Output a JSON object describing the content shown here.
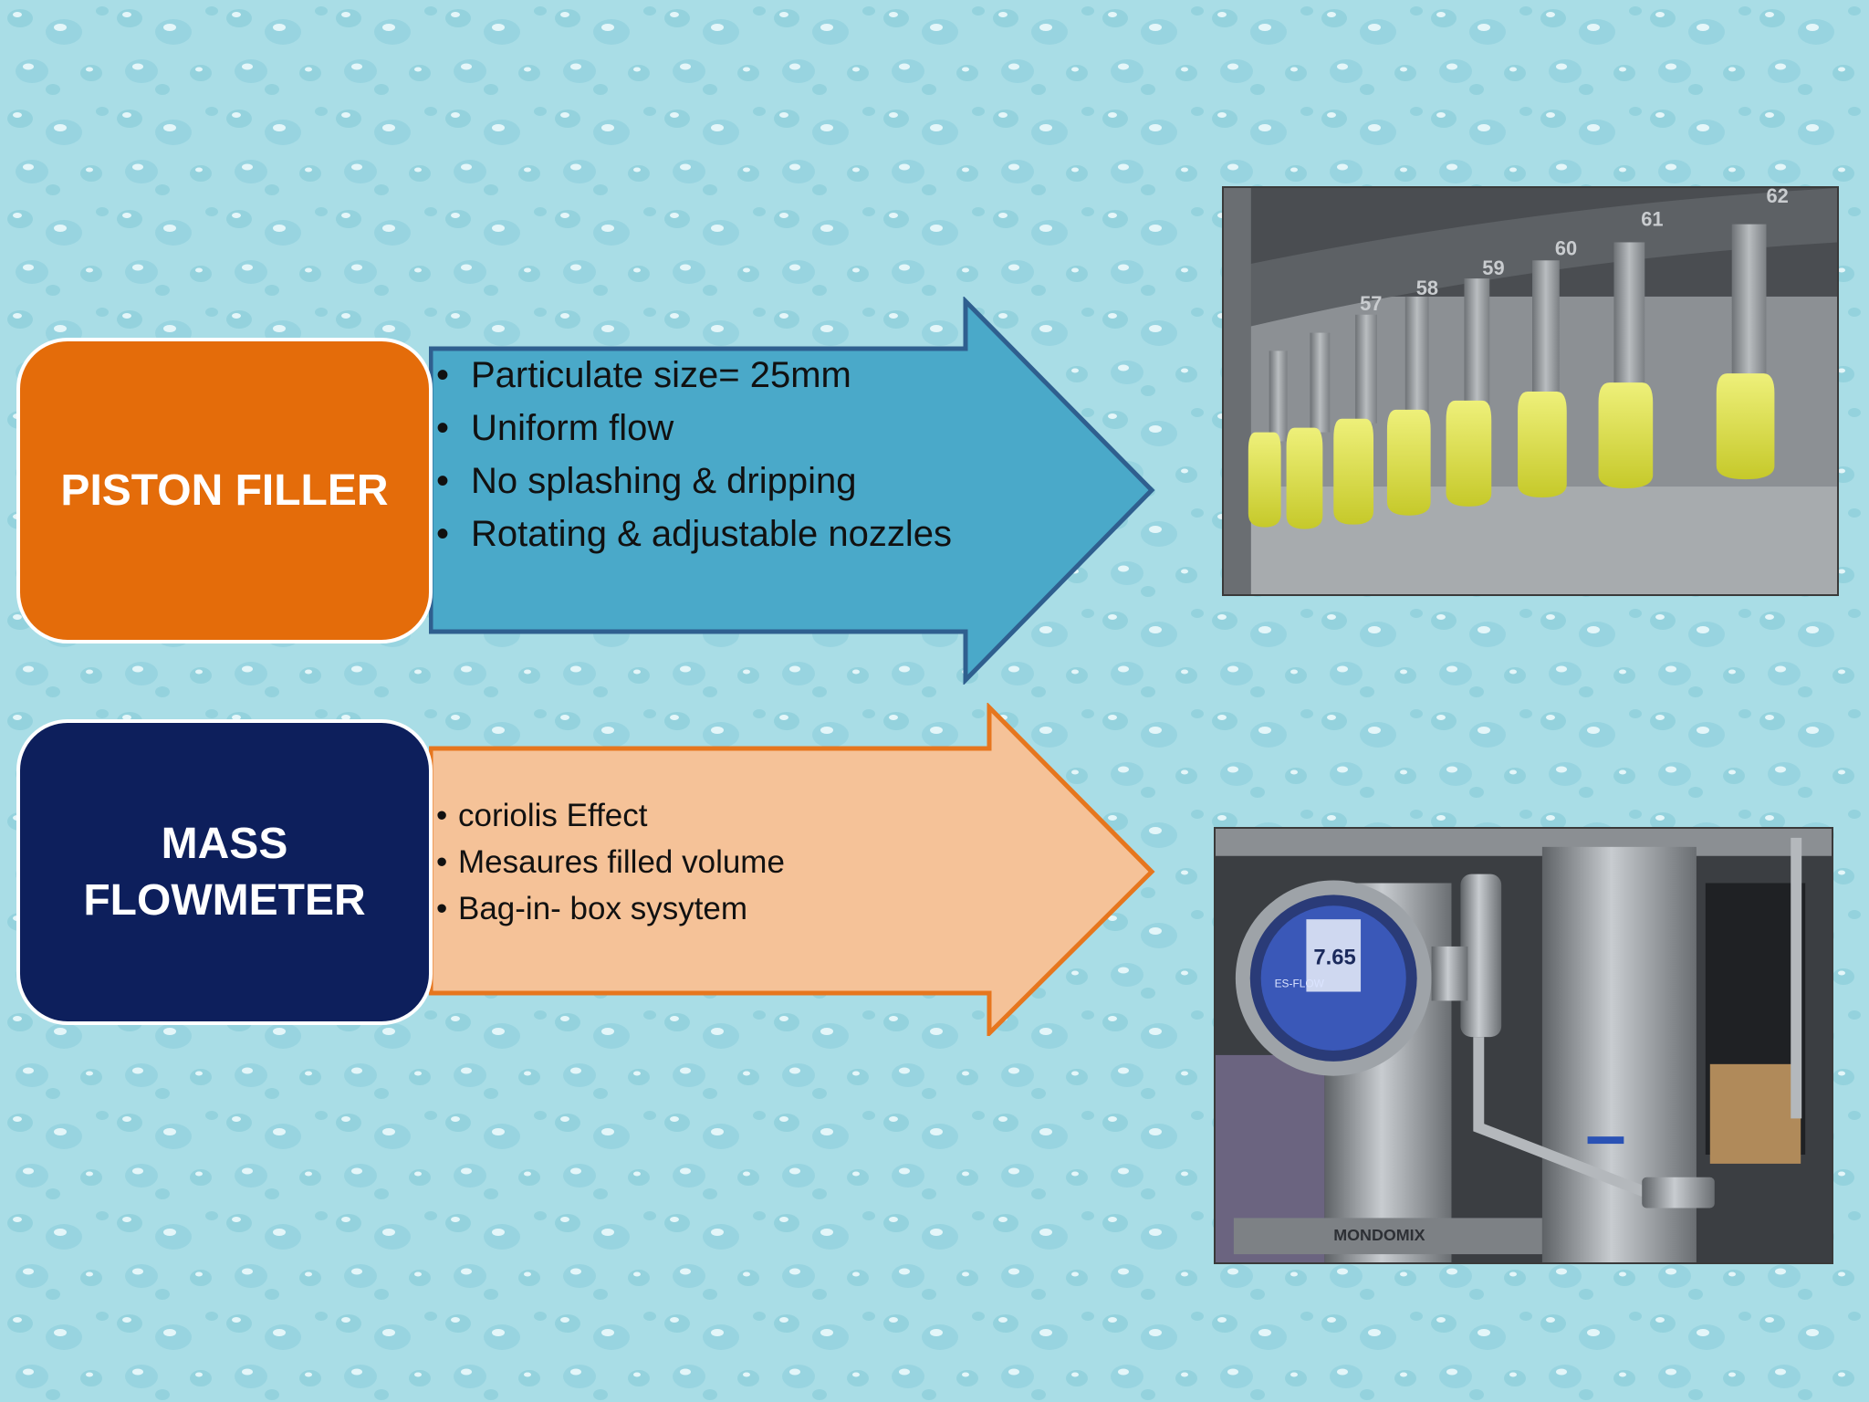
{
  "colors": {
    "background": "#a9dde6",
    "piston_box": "#e46c0a",
    "mass_box": "#0d1f5c",
    "arrow1_fill": "#4aa9c9",
    "arrow1_stroke": "#2f5f8f",
    "arrow2_fill": "#f5c298",
    "arrow2_stroke": "#e6761e"
  },
  "piston": {
    "title": "PISTON FILLER",
    "points": [
      "Particulate size= 25mm",
      "Uniform flow",
      "No splashing & dripping",
      "Rotating & adjustable nozzles"
    ],
    "photo": {
      "station_numbers": [
        "57",
        "58",
        "59",
        "60",
        "61",
        "62"
      ]
    }
  },
  "mass": {
    "title_line1": "MASS",
    "title_line2": "FLOWMETER",
    "points": [
      "coriolis  Effect",
      "Mesaures  filled volume",
      "Bag-in- box sysytem"
    ],
    "photo": {
      "display_value": "7.65",
      "meter_label": "ES-FLOW",
      "plate_text": "MONDOMIX"
    }
  }
}
